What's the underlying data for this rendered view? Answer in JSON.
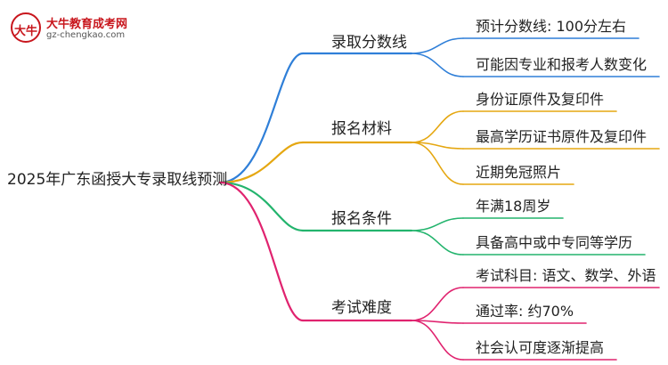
{
  "logo": {
    "name": "大牛教育成考网",
    "url": "gz-chengkao.com",
    "badge_text": "大牛"
  },
  "root": {
    "label": "2025年广东函授大专录取线预测"
  },
  "branches": [
    {
      "label": "录取分数线",
      "color": "#2f7fd8",
      "children": [
        "预计分数线: 100分左右",
        "可能因专业和报考人数变化"
      ]
    },
    {
      "label": "报名材料",
      "color": "#e5a711",
      "children": [
        "身份证原件及复印件",
        "最高学历证书原件及复印件",
        "近期免冠照片"
      ]
    },
    {
      "label": "报名条件",
      "color": "#23b46d",
      "children": [
        "年满18周岁",
        "具备高中或中专同等学历"
      ]
    },
    {
      "label": "考试难度",
      "color": "#e0236f",
      "children": [
        "考试科目: 语文、数学、外语",
        "通过率: 约70%",
        "社会认可度逐渐提高"
      ]
    }
  ]
}
